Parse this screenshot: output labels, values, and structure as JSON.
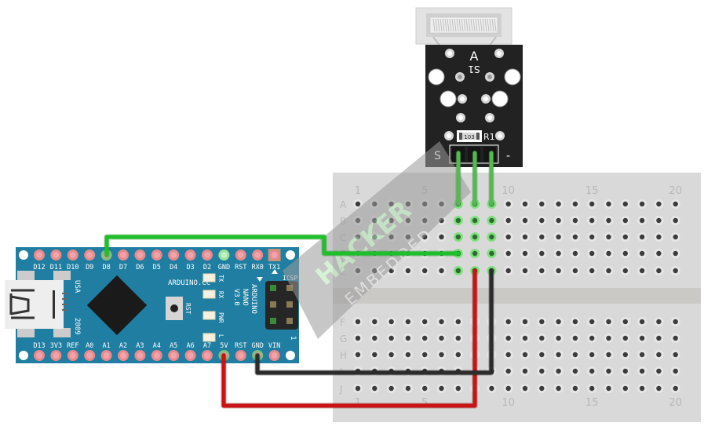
{
  "diagram": {
    "title": "Arduino Nano with sensor module on breadboard",
    "watermark": {
      "line1": "HACKER",
      "line2": "EMBEDDED"
    },
    "colors": {
      "arduino_board": "#1f7ea1",
      "pin_pad": "#e8898e",
      "pin_connected": "#9ee09e",
      "breadboard": "#d9d9d9",
      "hole": "#3c3c3c",
      "wire_signal": "#1fbf2b",
      "wire_power": "#c81414",
      "wire_ground": "#2c2c2c",
      "sensor_pcb": "#222222"
    }
  },
  "arduino": {
    "model_text": [
      "ARDUINO",
      "NANO",
      "V3.0"
    ],
    "site_text": "ARDUINO.CC",
    "country": "USA",
    "year": "2009",
    "reset_label": "RST",
    "icsp_label": "ICSP",
    "icsp_pin1": "1",
    "led_labels": [
      "TX",
      "RX",
      "PWR",
      "L"
    ],
    "top_pins": [
      "D12",
      "D11",
      "D10",
      "D9",
      "D8",
      "D7",
      "D6",
      "D5",
      "D4",
      "D3",
      "D2",
      "GND",
      "RST",
      "RX0",
      "TX1"
    ],
    "bottom_pins": [
      "D13",
      "3V3",
      "REF",
      "A0",
      "A1",
      "A2",
      "A3",
      "A4",
      "A5",
      "A6",
      "A7",
      "5V",
      "RST",
      "GND",
      "VIN"
    ]
  },
  "sensor": {
    "silk_top": "A",
    "silk_switch": "S1",
    "resistor_value": "103",
    "resistor_label": "R1",
    "pin_signal_label": "S",
    "pin_ground_label": "-"
  },
  "breadboard": {
    "rows_top": [
      "A",
      "B",
      "C",
      "D",
      "E"
    ],
    "rows_bottom": [
      "F",
      "G",
      "H",
      "I",
      "J"
    ],
    "column_count": 20,
    "column_labels": [
      "1",
      "5",
      "10",
      "15",
      "20"
    ]
  },
  "connections": [
    {
      "from": "Arduino D8",
      "to": "Breadboard D7",
      "color": "green"
    },
    {
      "from": "Arduino 5V",
      "to": "Breadboard E8",
      "color": "red"
    },
    {
      "from": "Arduino GND",
      "to": "Breadboard E9",
      "color": "black"
    },
    {
      "from": "Sensor S",
      "to": "Breadboard A7",
      "color": "green"
    },
    {
      "from": "Sensor middle",
      "to": "Breadboard A8",
      "color": "green"
    },
    {
      "from": "Sensor -",
      "to": "Breadboard A9",
      "color": "green"
    }
  ]
}
